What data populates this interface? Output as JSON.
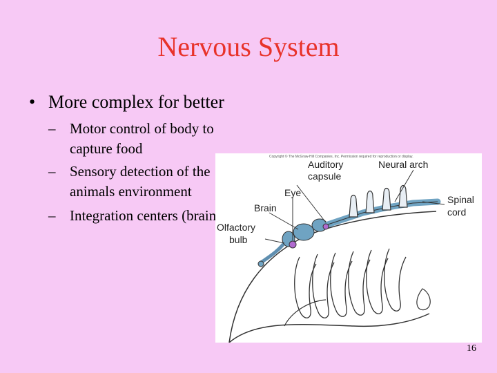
{
  "slide": {
    "title": "Nervous System",
    "bullet": "More complex for better",
    "bullet_marker": "•",
    "sub_marker": "–",
    "sub_items": [
      "Motor control of body to capture food",
      "Sensory detection of the animals environment",
      "Integration centers (brain)"
    ],
    "page_number": "16"
  },
  "figure": {
    "copyright": "Copyright © The McGraw-Hill Companies, Inc. Permission required for reproduction or display.",
    "labels": {
      "auditory_1": "Auditory",
      "auditory_2": "capsule",
      "neural_arch": "Neural arch",
      "eye": "Eye",
      "brain": "Brain",
      "spinal_1": "Spinal",
      "spinal_2": "cord",
      "olfactory_1": "Olfactory",
      "olfactory_2": "bulb"
    },
    "colors": {
      "nerve": "#6fa3c2",
      "outline": "#333333",
      "eye": "#b06ad0"
    }
  }
}
